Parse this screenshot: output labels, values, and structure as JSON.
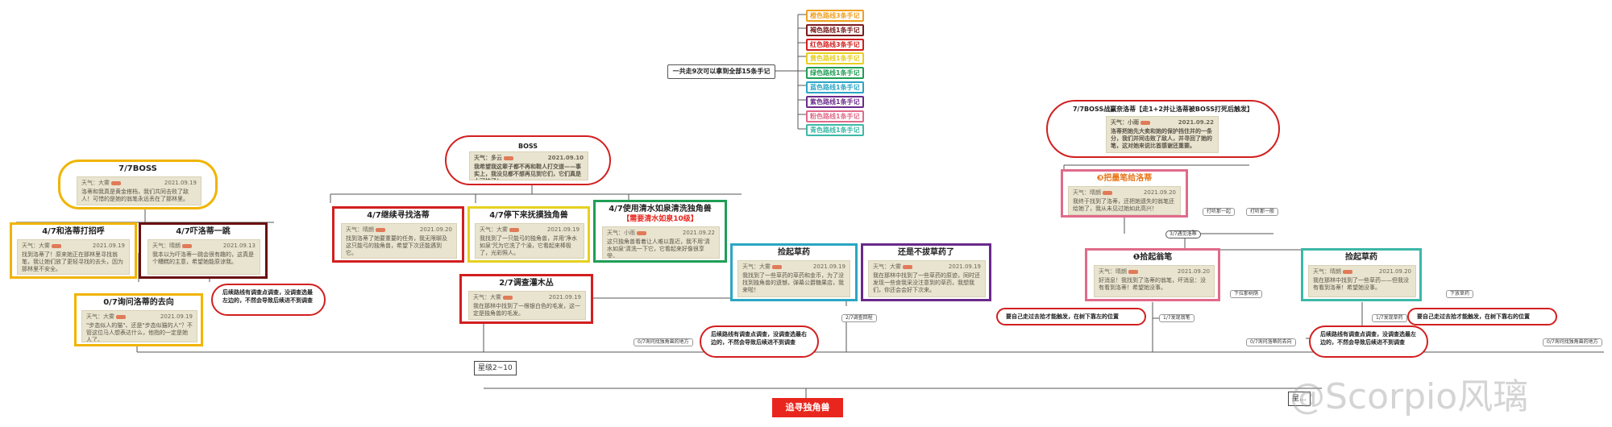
{
  "root": {
    "label": "追寻独角兽"
  },
  "star_left": {
    "label": "星级2~10"
  },
  "star_right": {
    "label": "星..."
  },
  "left_group": {
    "boss_title": "7/7BOSS",
    "boss_note": {
      "weather": "天气：大雾",
      "date": "2021.09.19",
      "text": "洛蒂和我真是黄金搭档，我们共同击败了敌人！可惜的是她的翁笔永远丢在了那林里。"
    },
    "hi_title": "4/7和洛蒂打招呼",
    "hi_note": {
      "weather": "天气：大雾",
      "date": "2021.09.19",
      "text": "找到洛蒂了！原来她正在那林里寻找翁笔，我让她们放了更轻寻找的去头，因为那林里不安全。"
    },
    "fight_title": "4/7吓洛蒂一跳",
    "fight_note": {
      "weather": "天气：晴朗",
      "date": "2021.09.13",
      "text": "我本以为吓洛蒂一跳会很有趣的，这真是个糟糕的主意，希望她能原谅我。"
    },
    "whereabouts_title": "0/7询问洛蒂的去向",
    "whereabouts_note": {
      "weather": "天气：大雾",
      "date": "2021.09.19",
      "text": "\"步态似人的猫\"、还是\"步态似猫的人\"？不管这位马人想表达什么，他指的一定是她人了。"
    },
    "callout": "后续路线有调查点调查，没调查选最左边的，不然会导致后续进不到调查"
  },
  "mid_group": {
    "boss_cloud": {
      "title": "BOSS",
      "weather": "天气：多云",
      "date": "2021.09.10",
      "text": "我希望我这辈子都不再和鞋人打交道——事实上，我没见都不想再见到它们，它们真是太可怕了！"
    },
    "track_title": "4/7继续寻找洛蒂",
    "track_note": {
      "weather": "天气：晴朗",
      "date": "2021.09.20",
      "text": "找到洛蒂了她要重要的任务，我无限聊及这只能弓的独角兽，希望下次还能遇到它。"
    },
    "stop_title": "4/7停下来抚摸独角兽",
    "stop_note": {
      "weather": "天气：大雾",
      "date": "2021.09.19",
      "text": "我找到了一只能弓的独角兽，并用'净水如泉'咒为它洗了个澡，它看起来棒极了，光彩照人。"
    },
    "clean_title": "4/7使用清水如泉清洗独角兽",
    "clean_sub": "【需要清水如泉10级】",
    "clean_note": {
      "weather": "天气：小雨",
      "date": "2021.09.22",
      "text": "这只独角兽看着让人难以靠近，我不用'清水如泉'清洗一下它，它看起来好像很享受。"
    },
    "bush_title": "2/7调查灌木丛",
    "bush_note": {
      "weather": "天气：大雾",
      "date": "2021.09.19",
      "text": "我在那林中找到了一根银白色的毛发，这一定是独角兽的毛发。"
    },
    "herb_title": "捡起草药",
    "herb_note": {
      "weather": "天气：大雾",
      "date": "2021.09.19",
      "text": "我找到了一些草药的草药和金币，为了没找到独角兽的遗憾，弹幕公爵糖果店，我来啦！"
    },
    "leave_title": "还是不拔草药了",
    "leave_note": {
      "weather": "天气：大雾",
      "date": "2021.09.19",
      "text": "我在那林中找到了一些草药的原迹，同时还发现一些食我采没注意到的草药，我想我们，你还会会好下次来。"
    },
    "small_mid": "2/7调查回程",
    "small_left": "0/7询问找独角兽的地方",
    "callout": "后续路线有调查点调查，没调查选最右边的，不然会导致后续进不到调查"
  },
  "legend_group": {
    "center": "一共走9次可以拿到全部15条手记",
    "items": [
      {
        "label": "橙色路线3条手记",
        "color": "#f0a020"
      },
      {
        "label": "褐色路线1条手记",
        "color": "#7a1c1c"
      },
      {
        "label": "红色路线3条手记",
        "color": "#d21f1f"
      },
      {
        "label": "黄色路线1条手记",
        "color": "#e6d020"
      },
      {
        "label": "绿色路线1条手记",
        "color": "#1f9e55"
      },
      {
        "label": "蓝色路线1条手记",
        "color": "#2aa6c4"
      },
      {
        "label": "紫色路线1条手记",
        "color": "#6a2a8a"
      },
      {
        "label": "粉色路线1条手记",
        "color": "#e06b8b"
      },
      {
        "label": "青色路线1条手记",
        "color": "#3cb8a8"
      }
    ]
  },
  "right_group": {
    "boss_cloud": {
      "title": "7/7BOSS战赢奈洛蒂【走1+2并让洛蒂被BOSS打死后触发】",
      "weather": "天气：小雨",
      "date": "2021.09.22",
      "text": "洛蒂把她先大卖和她的保护挡住并的一条分，我们并同击败了敌人，并寻回了她的笔，这对她来说比首感谢还重要。"
    },
    "pickup_title": "❸把墨笔给洛蒂",
    "pickup_note": {
      "weather": "天气：晴朗",
      "date": "2021.09.20",
      "text": "我终于找到了洛蒂，还把她遗失的翁笔还给她了，我从未见过她如此高兴！"
    },
    "small_a": "打听那一起",
    "small_b": "打听那一般",
    "small_c": "3/7遇见洛蒂",
    "pen_title": "❶拾起翁笔",
    "pen_note": {
      "weather": "天气：晴朗",
      "date": "2021.09.20",
      "text": "好消息！我找到了洛蒂的翁笔，坏消息：没有看到洛蒂！希望她没事。"
    },
    "herb_title": "捡起草药",
    "herb_note": {
      "weather": "天气：晴朗",
      "date": "2021.09.20",
      "text": "我在那林中找到了一些草药——但我没有看到洛蒂！希望她没事。"
    },
    "small_d": "下拉那树荫",
    "small_e": "1/7发现草药",
    "small_f": "1/7发现翁笔",
    "small_g": "下放草药",
    "small_h": "0/7询问洛蒂的去向",
    "small_i": "0/7询问找独角兽的地方",
    "callout_a": "要自己走过去拾才能触发，在树下靠左的位置",
    "callout_b": "要自己走过去拾才能触发，在树下靠右的位置",
    "callout_c": "后续路线有调查点调查，没调查选最左边的，不然会导致后续进不到调查"
  },
  "watermark": "@Scorpio风璃"
}
